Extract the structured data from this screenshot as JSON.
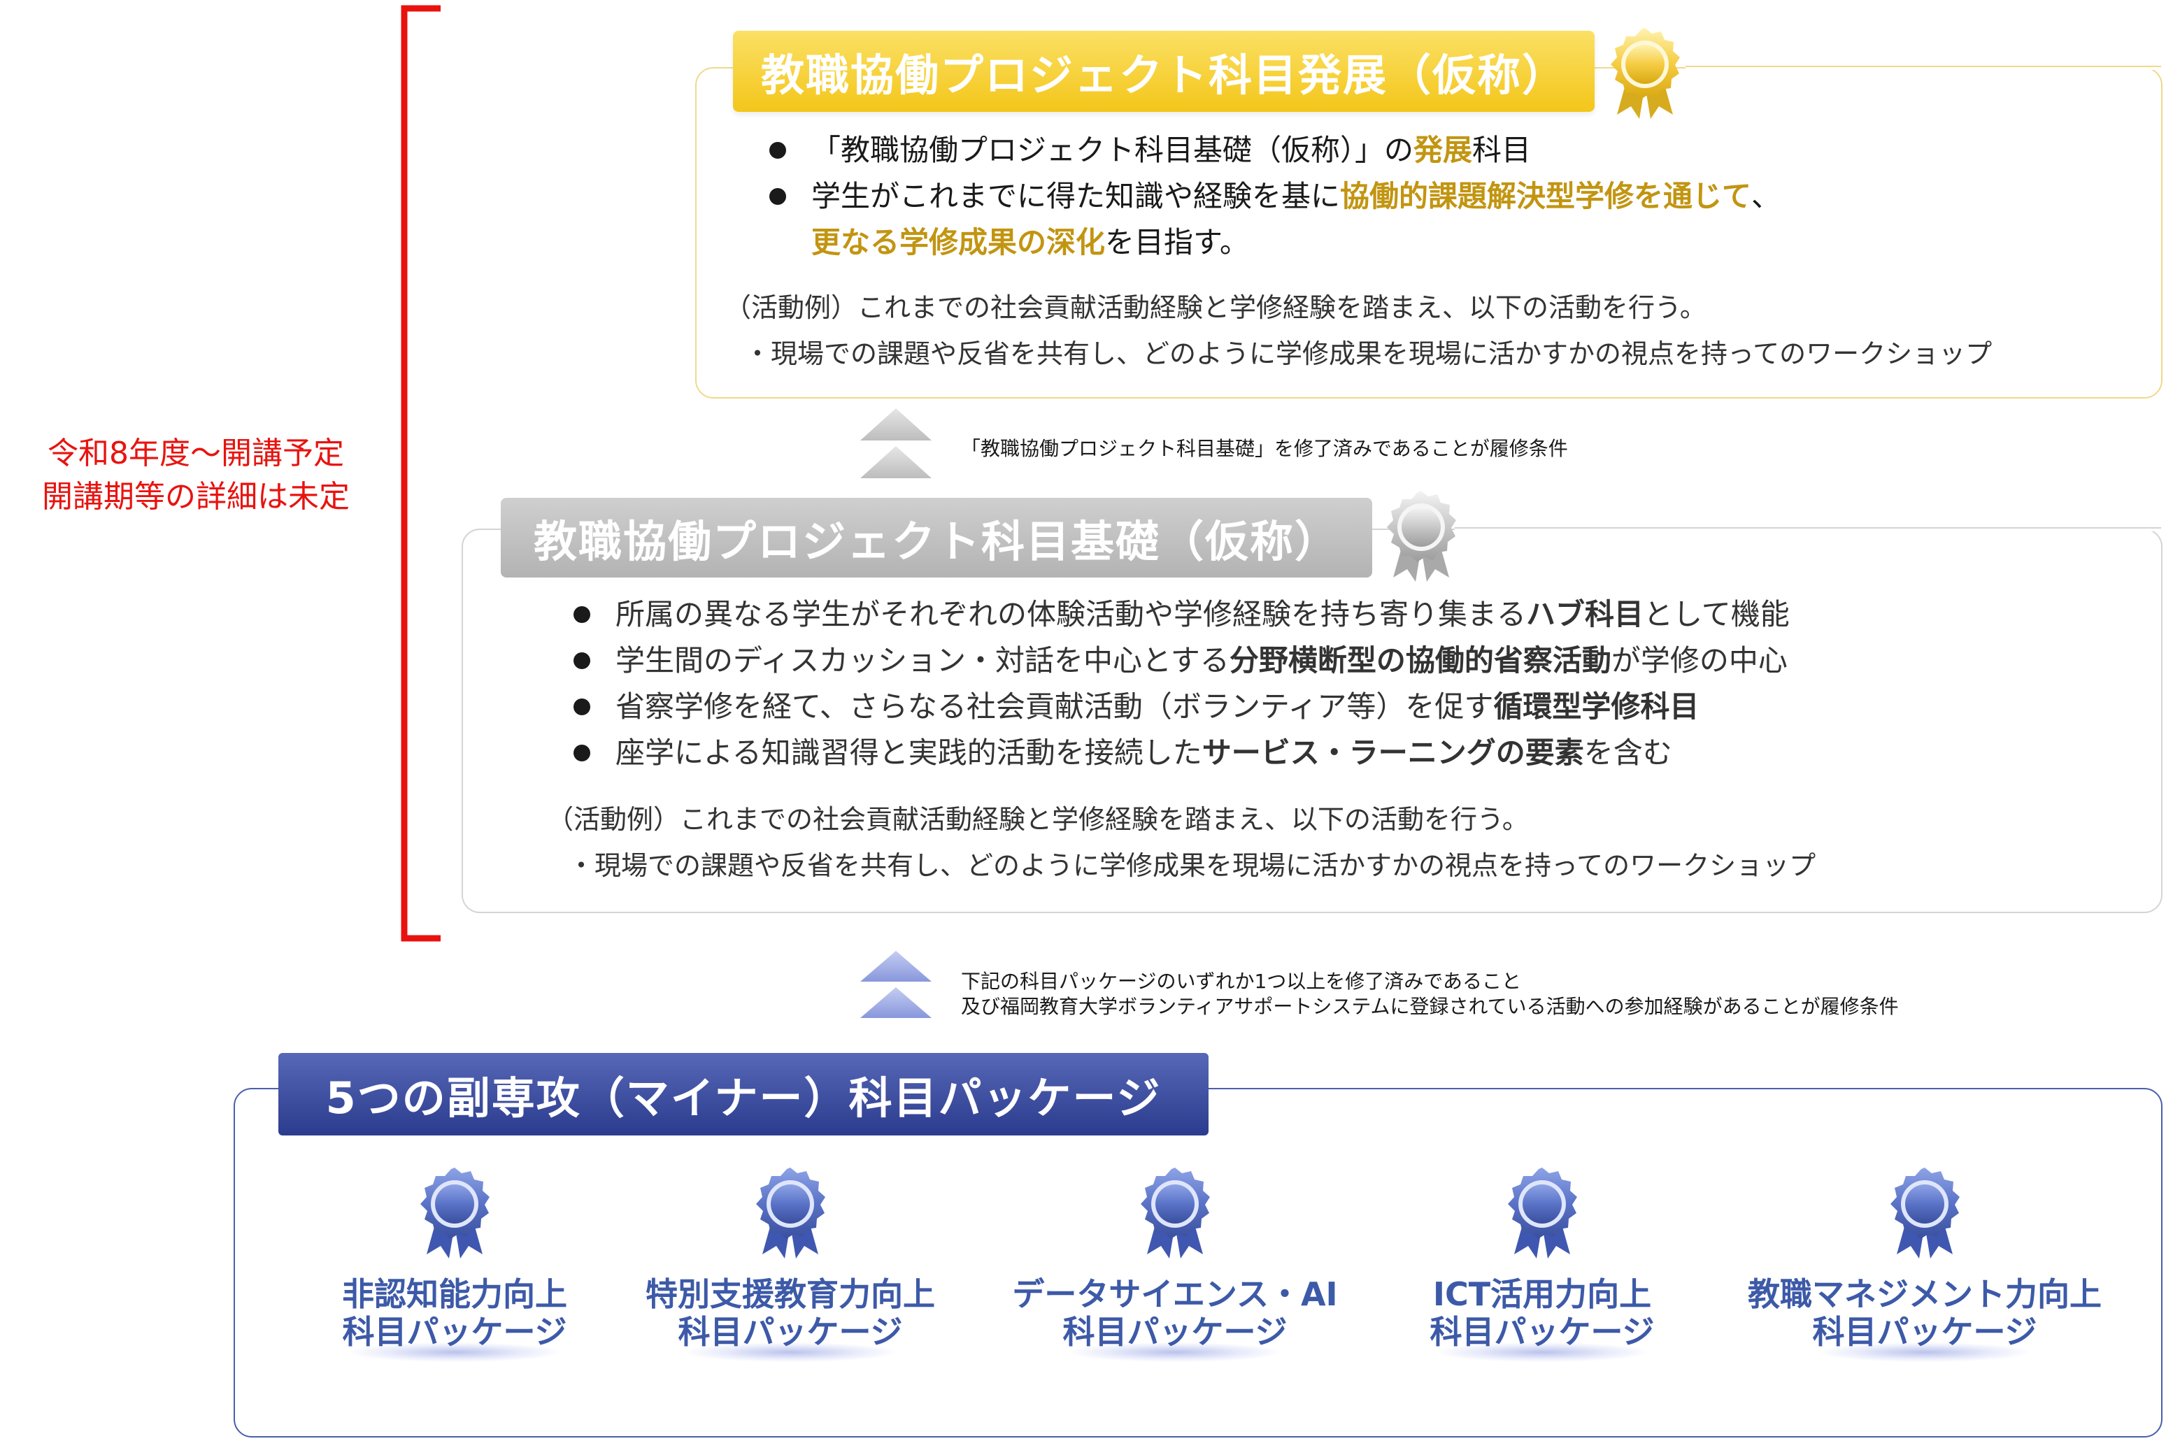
{
  "side_note": {
    "line1": "令和8年度～開講予定",
    "line2": "開講期等の詳細は未定"
  },
  "advanced": {
    "title": "教職協働プロジェクト科目発展（仮称）",
    "b1_a": "「教職協働プロジェクト科目基礎（仮称）」の",
    "b1_hl": "発展",
    "b1_b": "科目",
    "b2_a": "学生がこれまでに得た知識や経験を基に",
    "b2_hl": "協働的課題解決型学修を通じて",
    "b2_b": "、",
    "b2_hl2": "更なる学修成果の深化",
    "b2_c": "を目指す。",
    "activity_intro": "（活動例）これまでの社会貢献活動経験と学修経験を踏まえ、以下の活動を行う。",
    "activity_item": "・現場での課題や反省を共有し、どのように学修成果を現場に活かすかの視点を持ってのワークショップ"
  },
  "arrow_note_1": "「教職協働プロジェクト科目基礎」を修了済みであることが履修条件",
  "basic": {
    "title": "教職協働プロジェクト科目基礎（仮称）",
    "b1_a": "所属の異なる学生がそれぞれの体験活動や学修経験を持ち寄り集まる",
    "b1_bold": "ハブ科目",
    "b1_b": "として機能",
    "b2_a": "学生間のディスカッション・対話を中心とする",
    "b2_bold": "分野横断型の協働的省察活動",
    "b2_b": "が学修の中心",
    "b3_a": "省察学修を経て、さらなる社会貢献活動（ボランティア等）を促す",
    "b3_bold": "循環型学修科目",
    "b4_a": "座学による知識習得と実践的活動を接続した",
    "b4_bold": "サービス・ラーニングの要素",
    "b4_b": "を含む",
    "activity_intro": "（活動例）これまでの社会貢献活動経験と学修経験を踏まえ、以下の活動を行う。",
    "activity_item": "・現場での課題や反省を共有し、どのように学修成果を現場に活かすかの視点を持ってのワークショップ"
  },
  "arrow_note_2": {
    "line1": "下記の科目パッケージのいずれか1つ以上を修了済みであること",
    "line2": "及び福岡教育大学ボランティアサポートシステムに登録されている活動への参加経験があることが履修条件"
  },
  "minor": {
    "title": "5つの副専攻（マイナー）科目パッケージ",
    "packages": [
      {
        "line1": "非認知能力向上",
        "line2": "科目パッケージ"
      },
      {
        "line1": "特別支援教育力向上",
        "line2": "科目パッケージ"
      },
      {
        "line1": "データサイエンス・AI",
        "line2": "科目パッケージ"
      },
      {
        "line1": "ICT活用力向上",
        "line2": "科目パッケージ"
      },
      {
        "line1": "教職マネジメント力向上",
        "line2": "科目パッケージ"
      }
    ]
  },
  "colors": {
    "red_bracket": "#e8130f",
    "gold": "#c29511",
    "gold_banner": "#f6cc1e",
    "gray_banner": "#b9b9b9",
    "navy_banner": "#2d3f92",
    "package_text": "#3d5aa8"
  },
  "icons": {
    "advanced_badge": "gold-rosette-icon",
    "basic_badge": "silver-rosette-icon",
    "package_badge": "blue-rosette-icon",
    "arrow": "double-chevron-up-icon"
  }
}
